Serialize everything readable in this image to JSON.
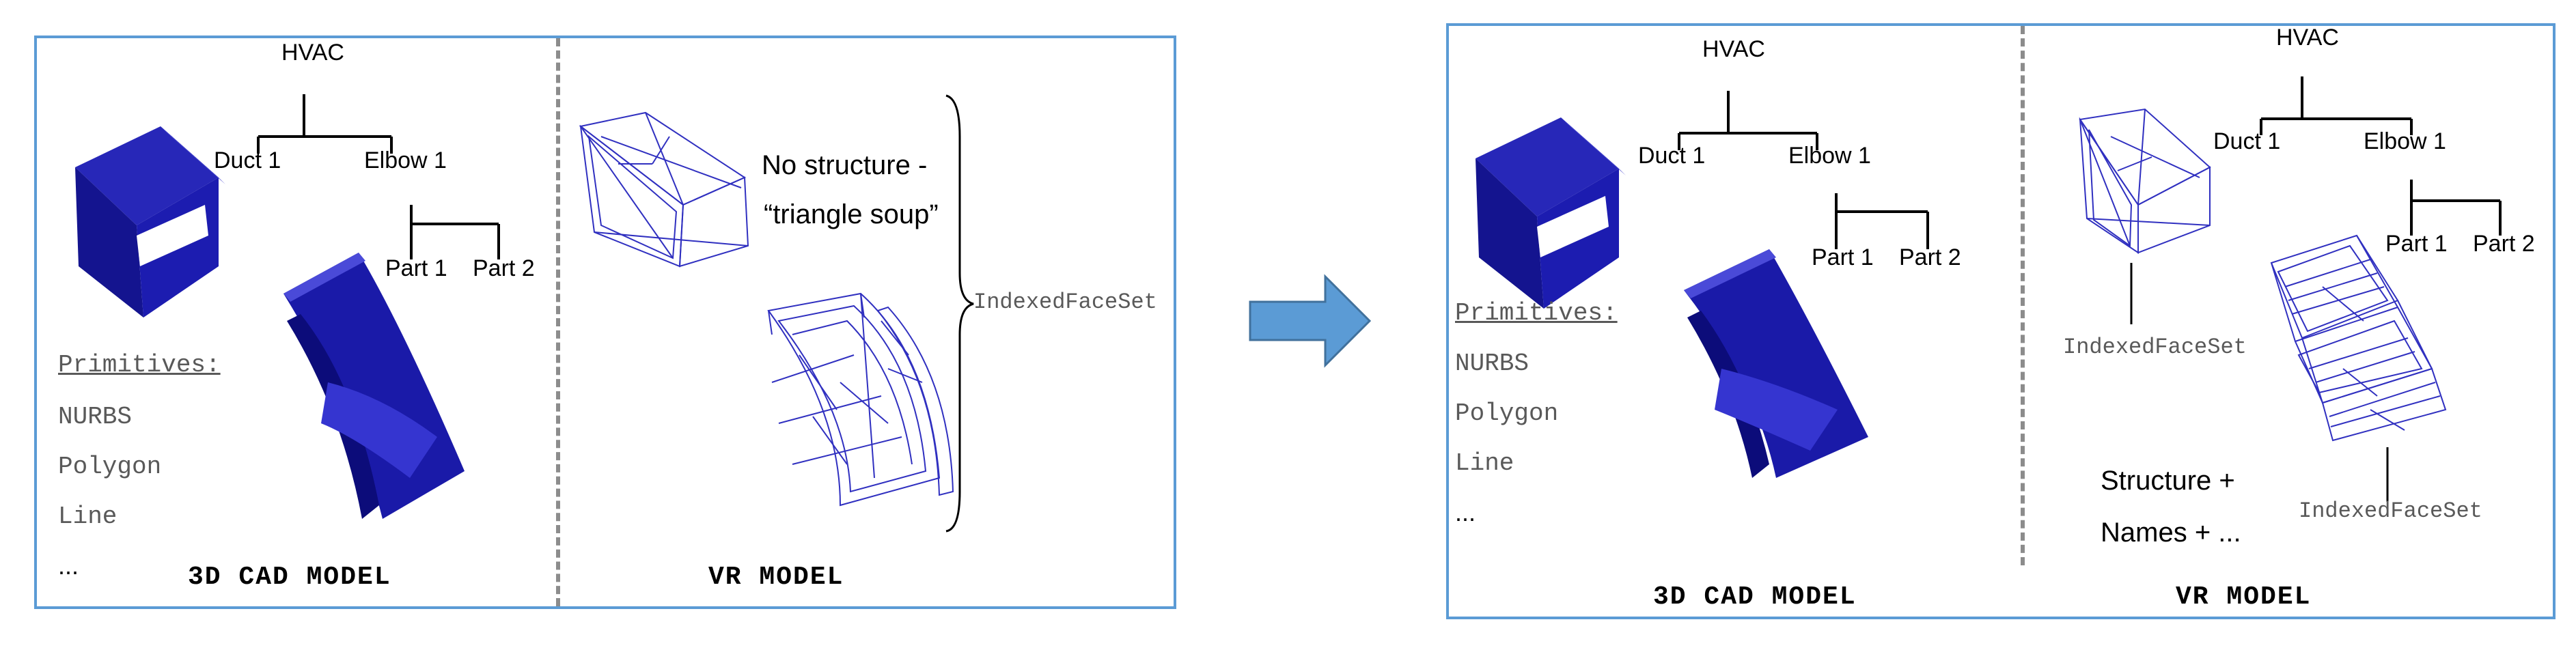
{
  "left": {
    "tree_root": "HVAC",
    "children": [
      "Duct 1",
      "Elbow 1"
    ],
    "subchildren": [
      "Part 1",
      "Part 2"
    ],
    "primitives_heading": "Primitives:",
    "primitives": [
      "NURBS",
      "Polygon",
      "Line",
      "..."
    ],
    "cad_footer": "3D CAD MODEL",
    "vr_footer": "VR MODEL",
    "note_line1": "No structure -",
    "note_line2": "“triangle soup”",
    "ifs_label": "IndexedFaceSet"
  },
  "right": {
    "cad_tree_root": "HVAC",
    "cad_children": [
      "Duct 1",
      "Elbow 1"
    ],
    "cad_subchildren": [
      "Part 1",
      "Part 2"
    ],
    "vr_tree_root": "HVAC",
    "vr_children": [
      "Duct 1",
      "Elbow 1"
    ],
    "vr_subchildren": [
      "Part 1",
      "Part 2"
    ],
    "primitives_heading": "Primitives:",
    "primitives": [
      "NURBS",
      "Polygon",
      "Line",
      "..."
    ],
    "cad_footer": "3D CAD MODEL",
    "vr_footer": "VR MODEL",
    "ifs_label_1": "IndexedFaceSet",
    "ifs_label_2": "IndexedFaceSet",
    "note_line1": "Structure +",
    "note_line2": "Names + ..."
  },
  "colors": {
    "panel_border": "#5b9bd5",
    "arrow": "#5b9bd5",
    "solid_blue": "#1a1aa8",
    "wire_blue": "#3030c0",
    "divider": "#8c8c8c"
  }
}
